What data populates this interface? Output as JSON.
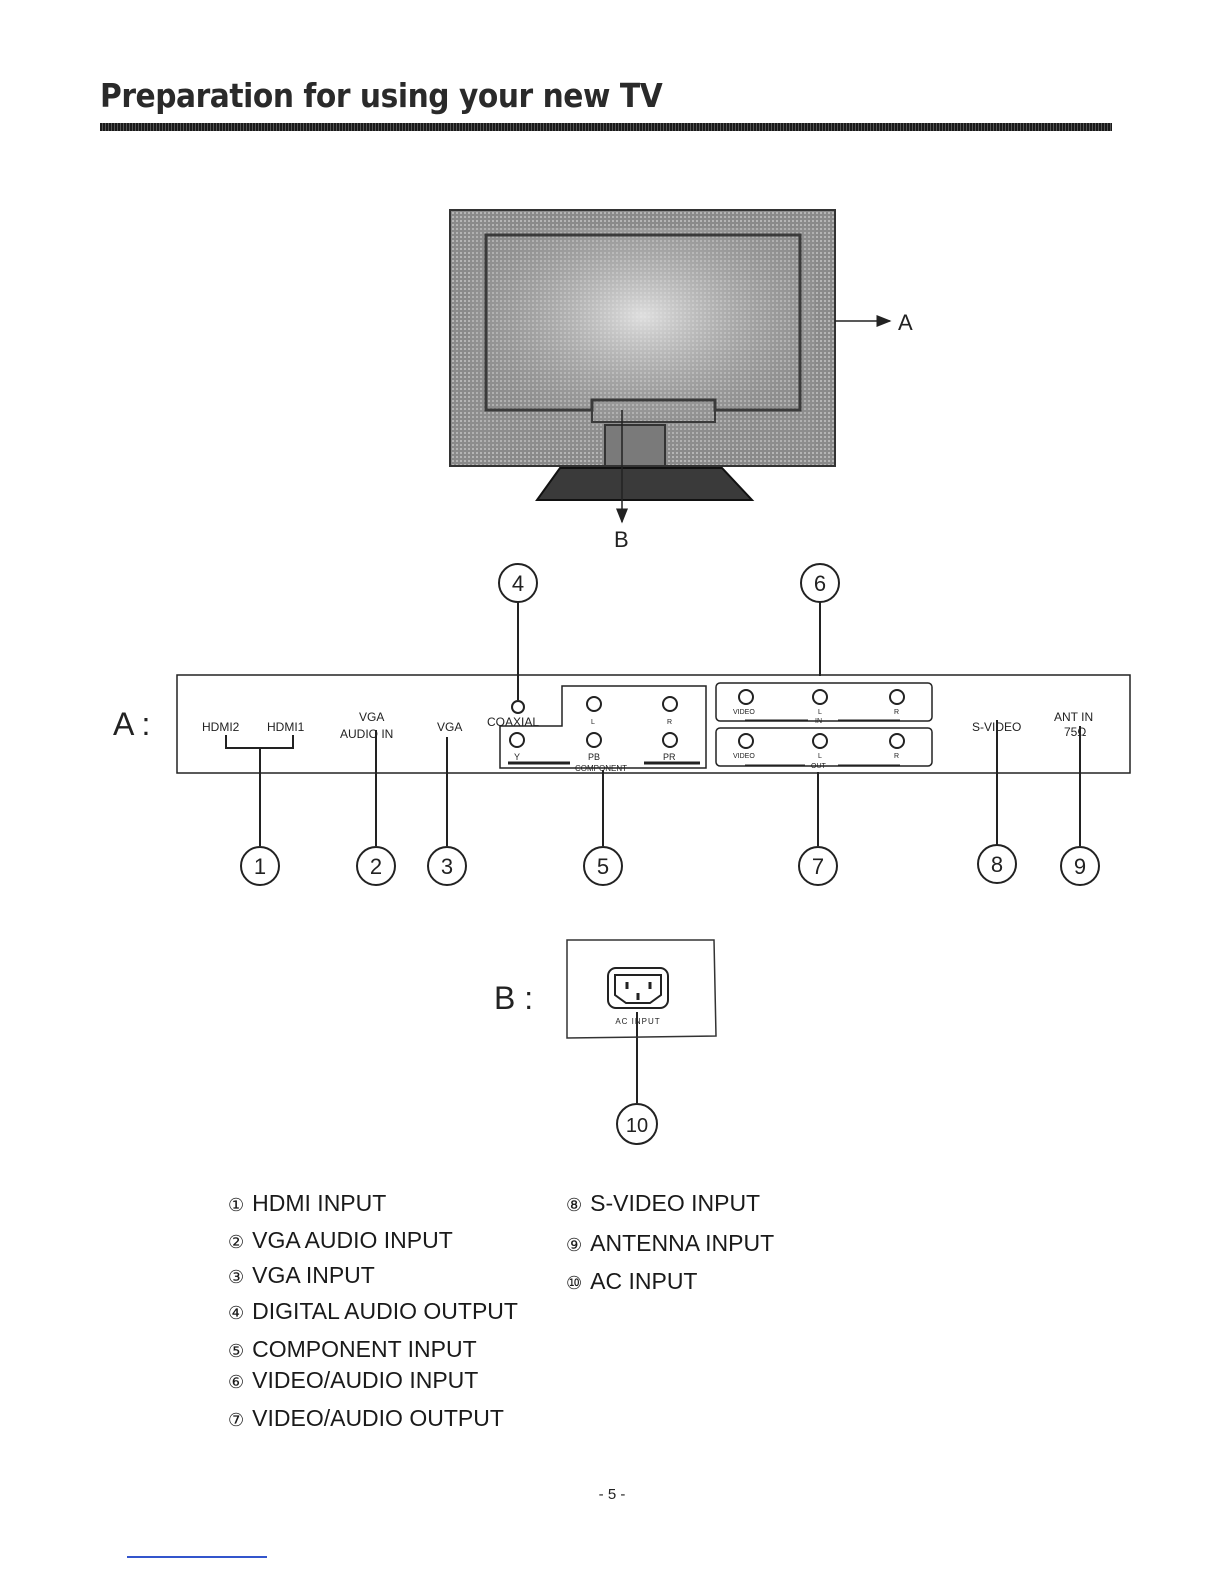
{
  "page": {
    "title": "Preparation for using your new TV",
    "page_number": "- 5 -"
  },
  "tv_view": {
    "label_a": "A",
    "label_b": "B"
  },
  "panel_a": {
    "prefix": "A :",
    "labels": {
      "hdmi2": "HDMI2",
      "hdmi1": "HDMI1",
      "vga_audio_1": "VGA",
      "vga_audio_2": "AUDIO IN",
      "vga": "VGA",
      "coaxial": "COAXIAL",
      "comp_l": "L",
      "comp_r": "R",
      "comp_y": "Y",
      "comp_pb": "PB",
      "comp_pr": "PR",
      "component": "COMPONENT",
      "in_video": "VIDEO",
      "in_l": "L",
      "in_r": "R",
      "in": "IN",
      "out_video": "VIDEO",
      "out_l": "L",
      "out_r": "R",
      "out": "OUT",
      "svideo": "S-VIDEO",
      "ant_1": "ANT IN",
      "ant_2": "75Ω"
    }
  },
  "panel_b": {
    "prefix": "B :",
    "ac_label": "AC INPUT"
  },
  "callouts": [
    "1",
    "2",
    "3",
    "4",
    "5",
    "6",
    "7",
    "8",
    "9",
    "10"
  ],
  "legend_left": [
    {
      "num": "①",
      "text": "HDMI INPUT"
    },
    {
      "num": "②",
      "text": "VGA  AUDIO INPUT"
    },
    {
      "num": "③",
      "text": "VGA INPUT"
    },
    {
      "num": "④",
      "text": "DIGITAL AUDIO OUTPUT"
    },
    {
      "num": "⑤",
      "text": "COMPONENT INPUT"
    },
    {
      "num": "⑥",
      "text": "VIDEO/AUDIO INPUT"
    },
    {
      "num": "⑦",
      "text": "VIDEO/AUDIO OUTPUT"
    }
  ],
  "legend_right": [
    {
      "num": "⑧",
      "text": "S-VIDEO INPUT"
    },
    {
      "num": "⑨",
      "text": "ANTENNA INPUT"
    },
    {
      "num": "⑩",
      "text": "AC INPUT"
    }
  ]
}
